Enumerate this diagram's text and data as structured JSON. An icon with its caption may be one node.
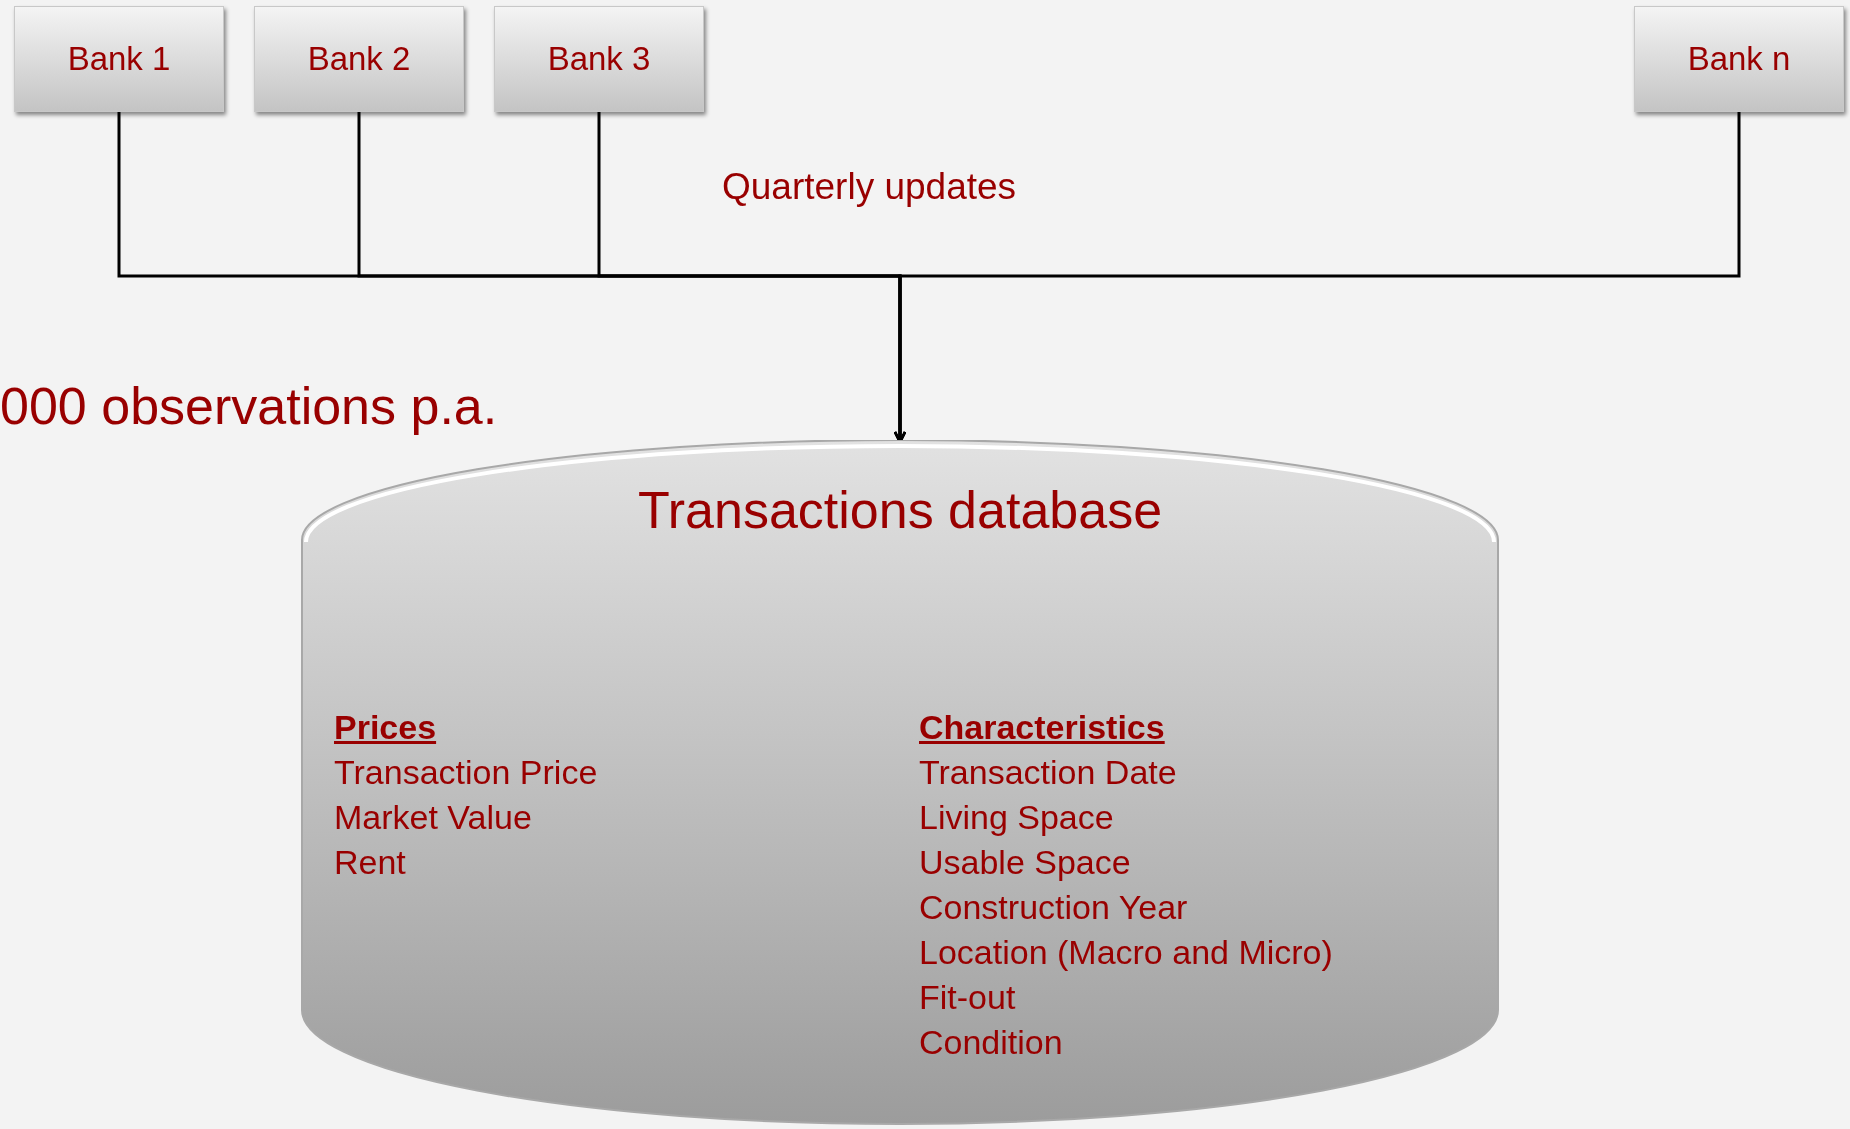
{
  "diagram": {
    "nodes": [
      {
        "text": [
          "Bank 1"
        ]
      },
      {
        "text": [
          "Bank 2"
        ]
      },
      {
        "text": [
          "Bank 3"
        ]
      },
      {
        "text": [
          "Bank n"
        ]
      },
      {
        "text": [
          "Transactions database",
          "Prices",
          "Transaction Price",
          "Market Value",
          "Rent",
          "Characteristics",
          "Transaction Date",
          "Living Space",
          "Usable Space",
          "Construction Year",
          "Location (Macro and Micro)",
          "Fit-out",
          "Condition"
        ]
      }
    ],
    "edges": [
      {
        "from": 0,
        "to": 4,
        "arrow": "to"
      },
      {
        "from": 1,
        "to": 4,
        "arrow": "to"
      },
      {
        "from": 2,
        "to": 4,
        "arrow": "to"
      },
      {
        "from": 3,
        "to": 4,
        "arrow": "to"
      }
    ],
    "labels": [
      "Quarterly updates",
      "000 observations p.a."
    ]
  }
}
